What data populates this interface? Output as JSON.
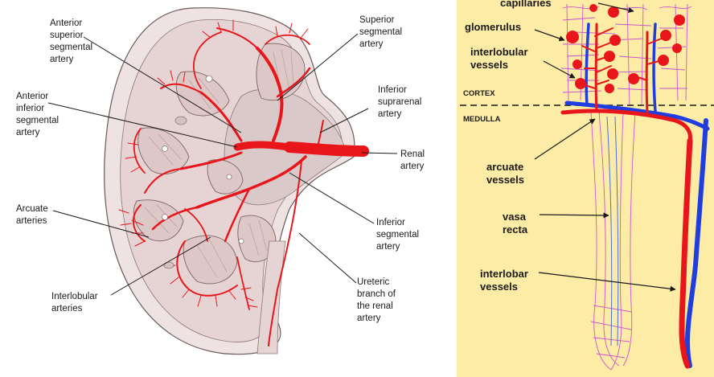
{
  "left_panel": {
    "labels": {
      "anterior_superior": "Anterior\nsuperior\nsegmental\nartery",
      "anterior_inferior": "Anterior\ninferior\nsegmental\nartery",
      "arcuate": "Arcuate\narteries",
      "interlobular": "Interlobular\narteries",
      "superior_segmental": "Superior\nsegmental\nartery",
      "inferior_suprarenal": "Inferior\nsuprarenal\nartery",
      "renal": "Renal\nartery",
      "inferior_segmental": "Inferior\nsegmental\nartery",
      "ureteric_branch": "Ureteric\nbranch of\nthe renal\nartery"
    }
  },
  "right_panel": {
    "labels": {
      "capillaries": "capillaries",
      "glomerulus": "glomerulus",
      "interlobular_vessels": "interlobular\nvessels",
      "cortex": "CORTEX",
      "medulla": "MEDULLA",
      "arcuate_vessels": "arcuate\nvessels",
      "vasa_recta": "vasa\nrecta",
      "interlobar_vessels": "interlobar\nvessels"
    }
  },
  "colors": {
    "artery_red": "#e8161b",
    "vein_blue": "#1f3de0",
    "capillary_pink": "#cc55cc",
    "panel_yellow": "#fdeca6",
    "kidney_tissue": "#e9d8d8"
  }
}
